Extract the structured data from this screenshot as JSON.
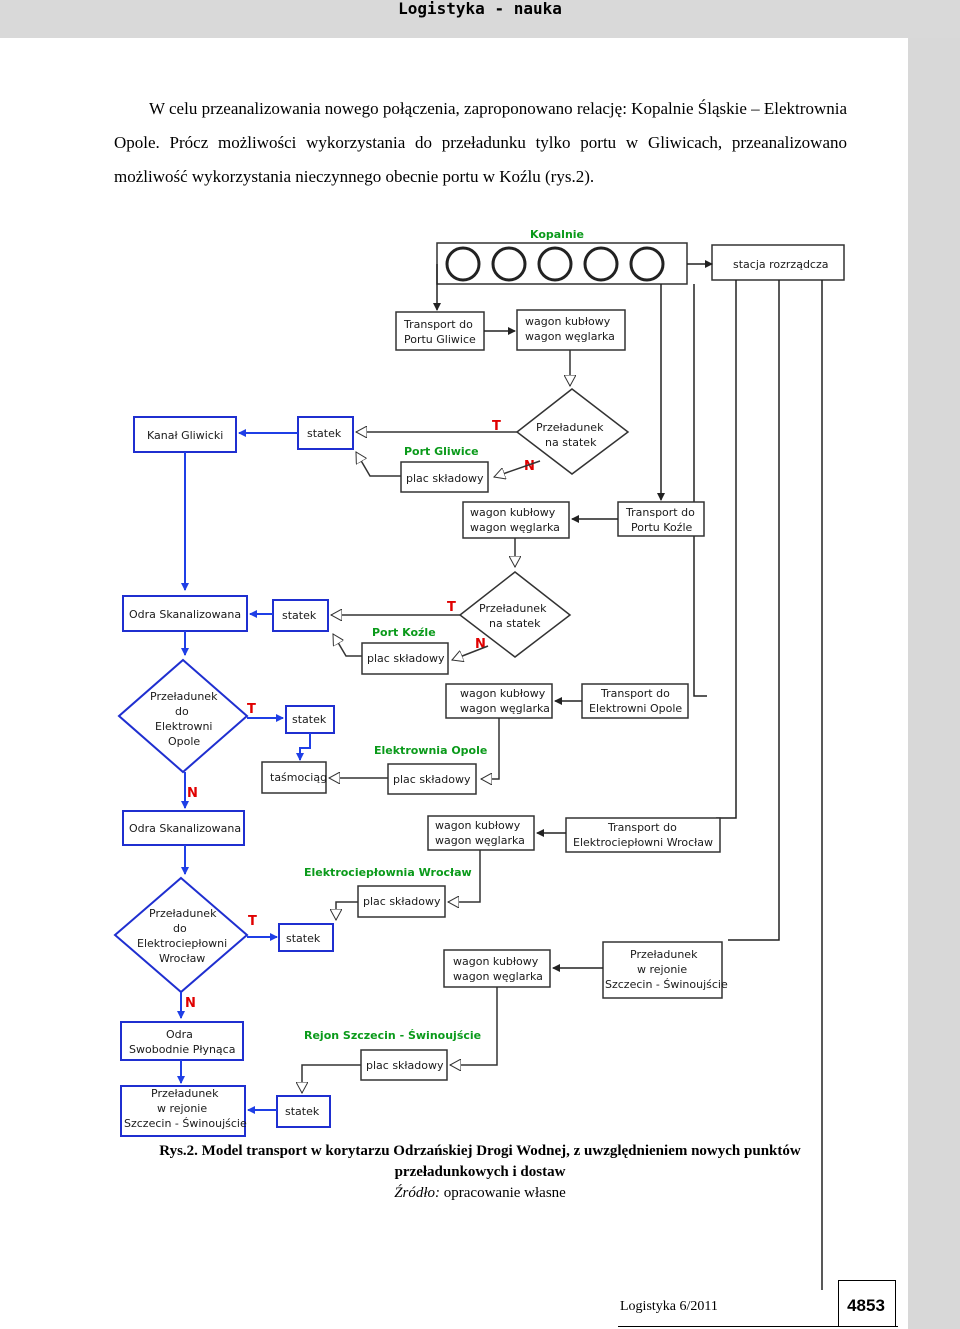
{
  "header": {
    "title": "Logistyka - nauka"
  },
  "body_text": {
    "paragraph": "W celu przeanalizowania nowego połączenia, zaproponowano relację: Kopalnie Śląskie – Elektrownia Opole. Prócz możliwości wykorzystania do przeładunku tylko portu w Gliwicach, przeanalizowano możliwość wykorzystania nieczynnego obecnie portu w Koźlu (rys.2)."
  },
  "diagram": {
    "title_kopalnie": "Kopalnie",
    "stacja": "stacja rozrządcza",
    "transport_gliwice": [
      "Transport do",
      "Portu Gliwice"
    ],
    "wagon1": [
      "wagon kubłowy",
      "wagon węglarka"
    ],
    "kanal": "Kanał Gliwicki",
    "statek1": "statek",
    "port_gliwice": "Port Gliwice",
    "plac1": "plac składowy",
    "przeladunek1": [
      "Przeładunek",
      "na statek"
    ],
    "wagon2": [
      "wagon kubłowy",
      "wagon węglarka"
    ],
    "transport_kozle": [
      "Transport do",
      "Portu Koźle"
    ],
    "odra1": "Odra Skanalizowana",
    "statek2": "statek",
    "port_kozle": "Port Koźle",
    "plac2": "plac składowy",
    "przeladunek2": [
      "Przeładunek",
      "na statek"
    ],
    "przeladunek_opole": [
      "Przeładunek",
      "do",
      "Elektrowni",
      "Opole"
    ],
    "statek3": "statek",
    "wagon3": [
      "wagon kubłowy",
      "wagon węglarka"
    ],
    "transport_opole": [
      "Transport do",
      "Elektrowni Opole"
    ],
    "tasmociag": "taśmociąg",
    "elektrownia_opole": "Elektrownia Opole",
    "plac3": "plac składowy",
    "odra2": "Odra Skanalizowana",
    "wagon4": [
      "wagon kubłowy",
      "wagon węglarka"
    ],
    "transport_wroclaw": [
      "Transport do",
      "Elektrociepłowni Wrocław"
    ],
    "ec_wroclaw": "Elektrociepłownia Wrocław",
    "plac4": "plac składowy",
    "przeladunek_wroclaw": [
      "Przeładunek",
      "do",
      "Elektrociepłowni",
      "Wrocław"
    ],
    "statek4": "statek",
    "wagon5": [
      "wagon kubłowy",
      "wagon węglarka"
    ],
    "przeladunek_szczecin1": [
      "Przeładunek",
      "w rejonie",
      "Szczecin - Świnoujście"
    ],
    "odra3": [
      "Odra",
      "Swobodnie Płynąca"
    ],
    "rejon": "Rejon Szczecin - Świnoujście",
    "plac5": "plac składowy",
    "przeladunek_szczecin2": [
      "Przeładunek",
      "w rejonie",
      "Szczecin - Świnoujście"
    ],
    "statek5": "statek",
    "T": "T",
    "N": "N"
  },
  "caption": {
    "line1": "Rys.2. Model transport w korytarzu Odrzańskiej Drogi Wodnej, z uwzględnieniem nowych punktów",
    "line2": "przeładunkowych i dostaw",
    "source_label": "Źródło:",
    "source_text": " opracowanie własne"
  },
  "footer": {
    "journal": "Logistyka 6/2011",
    "page": "4853"
  },
  "colors": {
    "arrow_blue": "#1f3fe6",
    "box_blue": "#1f2fd0",
    "green_label": "#0a9a1a",
    "red_label": "#e00000"
  }
}
